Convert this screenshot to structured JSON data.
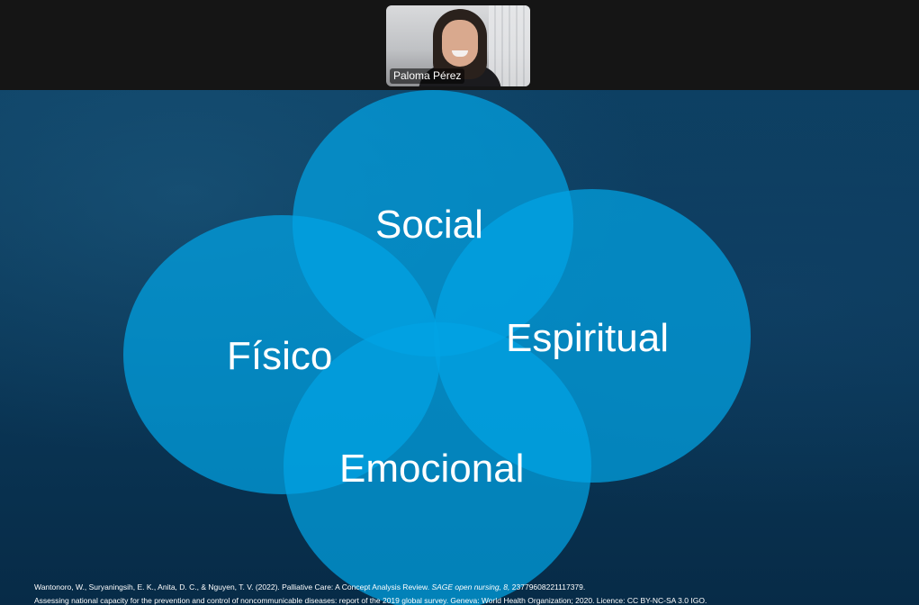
{
  "meeting": {
    "participant": {
      "name": "Paloma Pérez"
    }
  },
  "slide": {
    "venn": {
      "fill_color": "#02a4e4",
      "labels": {
        "social": "Social",
        "fisico": "Físico",
        "espiritual": "Espiritual",
        "emocional": "Emocional"
      }
    },
    "references": {
      "ref1_authors": "Wantonoro, W., Suryaningsih, E. K., Anita, D. C., & Nguyen, T. V. (2022). Palliative Care: A Concept Analysis Review.",
      "ref1_journal": "SAGE open nursing, 8,",
      "ref1_id": "23779608221117379.",
      "ref2": "Assessing national capacity for the prevention and control of noncommunicable diseases: report of the 2019 global survey. Geneva: World Health Organization; 2020. Licence: CC BY-NC-SA 3.0 IGO."
    }
  },
  "colors": {
    "background_top": "#151515",
    "slide_background": "#0a3656",
    "circle": "#02a4e4",
    "text": "#ffffff"
  }
}
